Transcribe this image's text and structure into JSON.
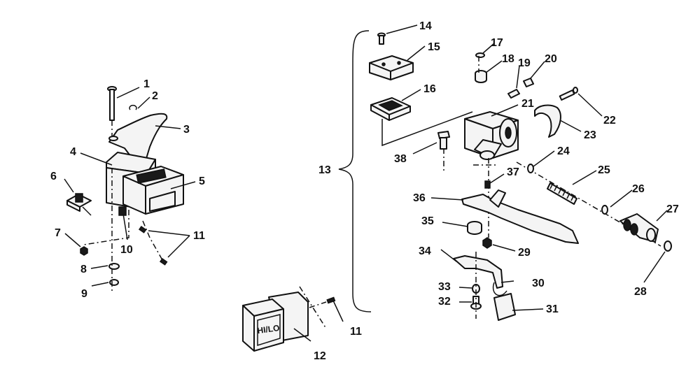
{
  "callouts": [
    {
      "id": "c1",
      "label": "1"
    },
    {
      "id": "c2",
      "label": "2"
    },
    {
      "id": "c3",
      "label": "3"
    },
    {
      "id": "c4",
      "label": "4"
    },
    {
      "id": "c5",
      "label": "5"
    },
    {
      "id": "c6",
      "label": "6"
    },
    {
      "id": "c7",
      "label": "7"
    },
    {
      "id": "c8",
      "label": "8"
    },
    {
      "id": "c9",
      "label": "9"
    },
    {
      "id": "c10",
      "label": "10"
    },
    {
      "id": "c11a",
      "label": "11"
    },
    {
      "id": "c11b",
      "label": "11"
    },
    {
      "id": "c12",
      "label": "12"
    },
    {
      "id": "c13",
      "label": "13"
    },
    {
      "id": "c14",
      "label": "14"
    },
    {
      "id": "c15",
      "label": "15"
    },
    {
      "id": "c16",
      "label": "16"
    },
    {
      "id": "c17",
      "label": "17"
    },
    {
      "id": "c18",
      "label": "18"
    },
    {
      "id": "c19",
      "label": "19"
    },
    {
      "id": "c20",
      "label": "20"
    },
    {
      "id": "c21",
      "label": "21"
    },
    {
      "id": "c22",
      "label": "22"
    },
    {
      "id": "c23",
      "label": "23"
    },
    {
      "id": "c24",
      "label": "24"
    },
    {
      "id": "c25",
      "label": "25"
    },
    {
      "id": "c26",
      "label": "26"
    },
    {
      "id": "c27",
      "label": "27"
    },
    {
      "id": "c28",
      "label": "28"
    },
    {
      "id": "c29",
      "label": "29"
    },
    {
      "id": "c30",
      "label": "30"
    },
    {
      "id": "c31",
      "label": "31"
    },
    {
      "id": "c32",
      "label": "32"
    },
    {
      "id": "c33",
      "label": "33"
    },
    {
      "id": "c34",
      "label": "34"
    },
    {
      "id": "c35",
      "label": "35"
    },
    {
      "id": "c36",
      "label": "36"
    },
    {
      "id": "c37",
      "label": "37"
    },
    {
      "id": "c38",
      "label": "38"
    }
  ],
  "switch_face_label": "HI/LO"
}
